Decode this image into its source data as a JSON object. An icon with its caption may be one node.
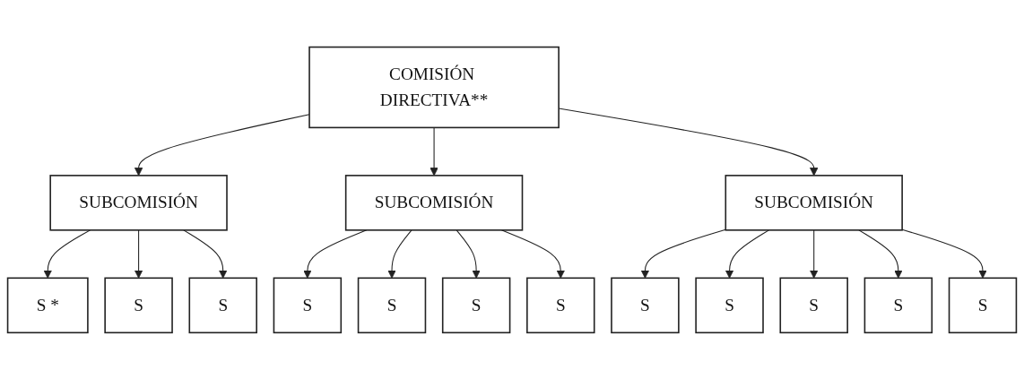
{
  "diagram": {
    "nodes": [
      {
        "text": [
          "COMISIÓN DIRECTIVA**"
        ]
      },
      {
        "text": [
          "SUBCOMISIÓN"
        ]
      },
      {
        "text": [
          "SUBCOMISIÓN"
        ]
      },
      {
        "text": [
          "SUBCOMISIÓN"
        ]
      },
      {
        "text": [
          "S *"
        ]
      },
      {
        "text": [
          "S"
        ]
      },
      {
        "text": [
          "S"
        ]
      },
      {
        "text": [
          "S"
        ]
      },
      {
        "text": [
          "S"
        ]
      },
      {
        "text": [
          "S"
        ]
      },
      {
        "text": [
          "S"
        ]
      },
      {
        "text": [
          "S"
        ]
      },
      {
        "text": [
          "S"
        ]
      },
      {
        "text": [
          "S"
        ]
      },
      {
        "text": [
          "S"
        ]
      },
      {
        "text": [
          "S"
        ]
      }
    ],
    "edges": [
      {
        "from": 0,
        "to": 1,
        "arrow": "to"
      },
      {
        "from": 0,
        "to": 2,
        "arrow": "to"
      },
      {
        "from": 0,
        "to": 3,
        "arrow": "to"
      },
      {
        "from": 1,
        "to": 4,
        "arrow": "to"
      },
      {
        "from": 1,
        "to": 5,
        "arrow": "to"
      },
      {
        "from": 1,
        "to": 6,
        "arrow": "to"
      },
      {
        "from": 2,
        "to": 7,
        "arrow": "to"
      },
      {
        "from": 2,
        "to": 8,
        "arrow": "to"
      },
      {
        "from": 2,
        "to": 9,
        "arrow": "to"
      },
      {
        "from": 2,
        "to": 10,
        "arrow": "to"
      },
      {
        "from": 3,
        "to": 11,
        "arrow": "to"
      },
      {
        "from": 3,
        "to": 12,
        "arrow": "to"
      },
      {
        "from": 3,
        "to": 13,
        "arrow": "to"
      },
      {
        "from": 3,
        "to": 14,
        "arrow": "to"
      },
      {
        "from": 3,
        "to": 15,
        "arrow": "to"
      }
    ]
  }
}
